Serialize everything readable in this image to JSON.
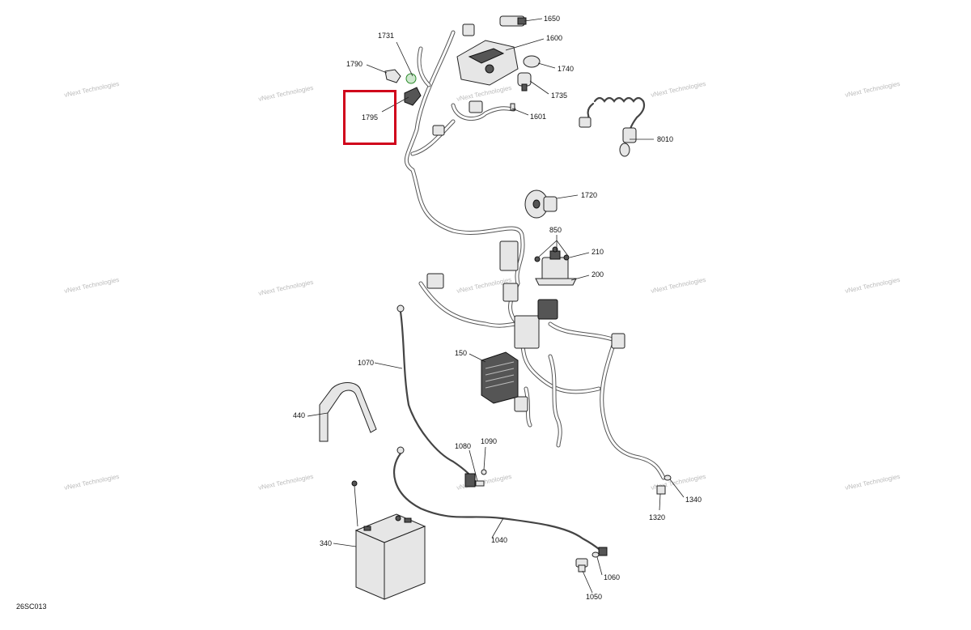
{
  "figure_code": "26SC013",
  "watermark_text": "vNext Technologies",
  "highlighted_part": "1795",
  "parts": {
    "p1650": "1650",
    "p1600": "1600",
    "p1731": "1731",
    "p1790": "1790",
    "p1740": "1740",
    "p1735": "1735",
    "p1795": "1795",
    "p1601": "1601",
    "p8010": "8010",
    "p1720": "1720",
    "p850": "850",
    "p210": "210",
    "p200": "200",
    "p1070": "1070",
    "p150": "150",
    "p440": "440",
    "p1080": "1080",
    "p1090": "1090",
    "p1320": "1320",
    "p1340": "1340",
    "p340": "340",
    "p1040": "1040",
    "p1060": "1060",
    "p1050": "1050"
  },
  "colors": {
    "highlight": "#d0021b",
    "watermark": "#bbbbbb"
  }
}
